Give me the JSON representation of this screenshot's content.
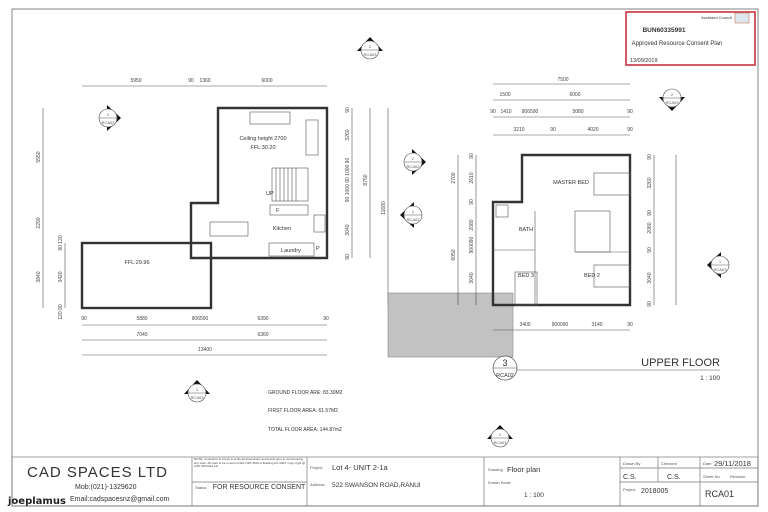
{
  "stamp": {
    "council": "Auckland Council",
    "reference": "BUN60335991",
    "title": "Approved Resource Consent Plan",
    "date": "13/09/2019",
    "border_color": "#c8323c"
  },
  "ground_floor": {
    "rooms": {
      "ceiling": "Ceiling height 2700",
      "ffl_main": "FFL:30.20",
      "up": "UP",
      "fridge": "F",
      "kitchen": "Kitchen",
      "laundry": "Laundry",
      "pantry": "P",
      "ffl_garage": "FFL:29.96"
    },
    "dims_top": [
      "5950",
      "90",
      "1360",
      "6000"
    ],
    "dims_bottom_1": [
      "90",
      "5880",
      "906590",
      "6390",
      "90"
    ],
    "dims_bottom_2": [
      "7040",
      "6360"
    ],
    "dims_bottom_3": "13400",
    "dims_left_outer": [
      "5550",
      "2290",
      "3840"
    ],
    "dims_left_inner": [
      "90 120",
      "3420",
      "120 90"
    ],
    "dims_right": [
      "90",
      "3260",
      "90 1000 90 1000 90",
      "3040",
      "90"
    ],
    "dims_far_right": [
      "8750",
      "11680"
    ]
  },
  "areas": {
    "ground": "GROUND FLOOR ARE: 83.30M2",
    "first": "FIRST FLOOR AREA: 61.57M2",
    "total": "TOTAL FLOOR AREA: 144.87m2"
  },
  "upper_floor": {
    "rooms": {
      "master": "MASTER BED",
      "bath": "BATH",
      "bed3": "BED 3",
      "bed2": "BED 2"
    },
    "dims_top_1": "7500",
    "dims_top_2": [
      "1500",
      "6000"
    ],
    "dims_top_3": [
      "90",
      "1410",
      "906590",
      "5080",
      "90"
    ],
    "dims_top_4": [
      "3210",
      "90",
      "4020",
      "90"
    ],
    "dims_left_outer": [
      "2700",
      "6050"
    ],
    "dims_left_inner": [
      "90",
      "2610",
      "90",
      "2080",
      "900090",
      "3040"
    ],
    "dims_right": [
      "90",
      "3260",
      "90",
      "2080",
      "90",
      "3040",
      "90"
    ],
    "dims_bottom": [
      "3400",
      "900090",
      "3140",
      "90"
    ],
    "title": "UPPER FLOOR",
    "scale": "1 : 100",
    "section_num": "3",
    "section_ref": "RCA02"
  },
  "markers": [
    {
      "num": "2",
      "ref": "RCA03"
    },
    {
      "num": "2",
      "ref": "RCA02"
    },
    {
      "num": "2",
      "ref": "RCA02"
    },
    {
      "num": "1",
      "ref": "RCA02"
    },
    {
      "num": "2",
      "ref": "RCA03"
    },
    {
      "num": "1",
      "ref": "RCA03"
    },
    {
      "num": "1",
      "ref": "RCA03"
    },
    {
      "num": "1",
      "ref": "RCA03"
    }
  ],
  "title_block": {
    "company": "CAD SPACES LTD",
    "mobile": "Mob:(021)-1329620",
    "email": "Email:cadspacesnz@gmail.com",
    "note": "NOTE: Contractor to check & verify all dimensions and levels prior to commencing any work. All work to be in accord with NZS 3604 & Building Act 2004. Copy right @ CAD SPACES Ltd",
    "status_label": "Status",
    "status": "FOR RESOURCE CONSENT",
    "project_label": "Project",
    "project": "Lot 4- UNIT 2-1a",
    "address_label": "Address",
    "address": "522 SWANSON ROAD,RANUI",
    "drawing_label": "Drawing",
    "drawing": "Floor plan",
    "scale_label": "Drawn Scale",
    "scale": "1 : 100",
    "drawn_by_label": "Drawn By",
    "drawn_by": "C.S.",
    "checked_label": "Checked",
    "checked": "C.S.",
    "date_label": "Date",
    "date": "29/11/2018",
    "sheet_label": "Sheet No",
    "revision_label": "Revision",
    "project_no_label": "Project",
    "project_no": "2018005",
    "sheet": "RCA01"
  },
  "watermark": "joeplamus"
}
